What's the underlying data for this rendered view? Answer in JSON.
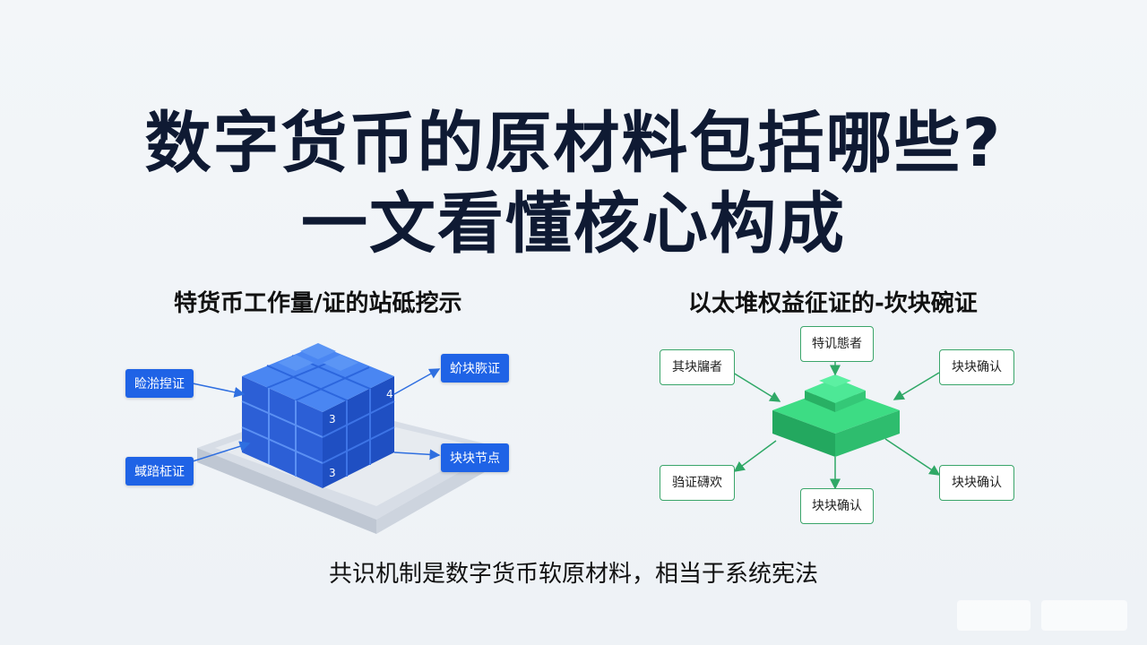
{
  "title": {
    "line1": "数字货币的原材料包括哪些?",
    "line2": "一文看懂核心构成"
  },
  "left_panel": {
    "heading": "特货币工作量/证的站砥挖示",
    "labels": [
      "睑湁揑证",
      "蜮踣柾证",
      "蚧块脄证",
      "块块节点"
    ],
    "cube_marks": [
      "4",
      "3",
      "3"
    ],
    "accent": "#1f63e6"
  },
  "right_panel": {
    "heading": "以太堆权益征证的-坎块碗证",
    "nodes": [
      "特讥態者",
      "其块牖者",
      "块块确认",
      "驺证礴欢",
      "块块确认",
      "块块确认"
    ],
    "accent": "#2fbf71"
  },
  "footer": "共识机制是数字货币软原材料，相当于系统宪法"
}
